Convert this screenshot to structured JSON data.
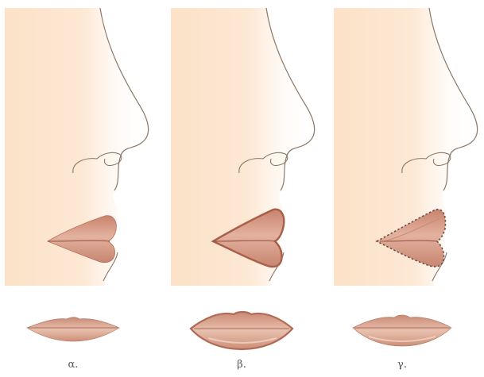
{
  "panels": [
    {
      "id": "a",
      "label": "α."
    },
    {
      "id": "b",
      "label": "β."
    },
    {
      "id": "c",
      "label": "γ."
    }
  ],
  "colors": {
    "skin": "#fbe2c8",
    "skin_fade": "#ffffff",
    "outline": "#8a7868",
    "lip": "#d59a83",
    "lip_dark": "#b8715c",
    "lip_light": "#ecc2b0",
    "dotted": "#7a5a4d"
  }
}
